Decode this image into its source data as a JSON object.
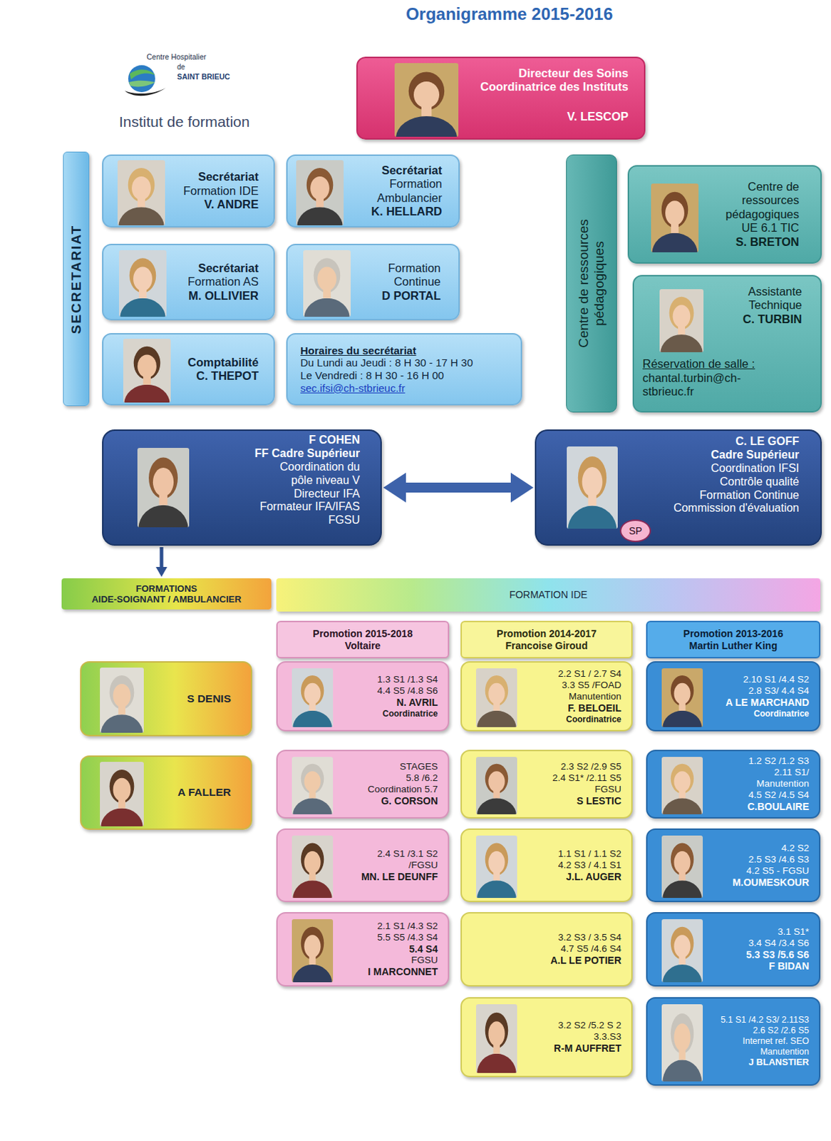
{
  "diagram": {
    "title": "Organigramme 2015-2016",
    "nodes": [
      {
        "text": [
          "Directeur des Soins Coordinatrice des Instituts",
          "V. LESCOP"
        ]
      },
      {
        "text": [
          "SECRETARIAT"
        ]
      },
      {
        "text": [
          "Secrétariat",
          "Formation IDE",
          "V. ANDRE"
        ]
      },
      {
        "text": [
          "Secrétariat",
          "Formation Ambulancier",
          "K. HELLARD"
        ]
      },
      {
        "text": [
          "Secrétariat",
          "Formation AS",
          "M. OLLIVIER"
        ]
      },
      {
        "text": [
          "Formation Continue",
          "D PORTAL"
        ]
      },
      {
        "text": [
          "Comptabilité",
          "C. THEPOT"
        ]
      },
      {
        "text": [
          "Horaires du secrétariat",
          "Du Lundi au Jeudi : 8 H 30 - 17 H 30",
          "Le Vendredi : 8 H 30 - 16 H 00",
          "sec.ifsi@ch-stbrieuc.fr"
        ]
      },
      {
        "text": [
          "Centre de ressources pédagogiques"
        ]
      },
      {
        "text": [
          "Centre de ressources pédagogiques",
          "UE 6.1 TIC",
          "S. BRETON"
        ]
      },
      {
        "text": [
          "Assistante Technique",
          "C. TURBIN",
          "Réservation de salle :",
          "chantal.turbin@ch-stbrieuc.fr"
        ]
      },
      {
        "text": [
          "F COHEN",
          "FF Cadre Supérieur",
          "Coordination du pôle niveau V",
          "Directeur IFA",
          "Formateur IFA/IFAS",
          "FGSU"
        ]
      },
      {
        "text": [
          "C. LE GOFF",
          "Cadre Supérieur",
          "Coordination IFSI",
          "Contrôle qualité",
          "Formation Continue",
          "Commission d'évaluation"
        ]
      },
      {
        "text": [
          "SP"
        ],
        "in": 12
      },
      {
        "text": [
          "FORMATIONS",
          "AIDE-SOIGNANT / AMBULANCIER"
        ]
      },
      {
        "text": [
          "FORMATION IDE"
        ]
      },
      {
        "text": [
          "Promotion 2015-2018",
          "Voltaire"
        ]
      },
      {
        "text": [
          "Promotion 2014-2017",
          "Francoise Giroud"
        ]
      },
      {
        "text": [
          "Promotion 2013-2016",
          "Martin Luther King"
        ]
      },
      {
        "text": [
          "S DENIS"
        ]
      },
      {
        "text": [
          "A FALLER"
        ]
      },
      {
        "text": [
          "1.3 S1 /1.3 S4",
          "4.4 S5 /4.8 S6",
          "N. AVRIL",
          "Coordinatrice"
        ]
      },
      {
        "text": [
          "STAGES",
          "5.8 /6.2",
          "Coordination 5.7",
          "G. CORSON"
        ]
      },
      {
        "text": [
          "2.4 S1 /3.1 S2",
          "/FGSU",
          "MN. LE DEUNFF"
        ]
      },
      {
        "text": [
          "2.1 S1 /4.3 S2",
          "5.5 S5 /4.3 S4",
          "5.4 S4",
          "FGSU",
          "I MARCONNET"
        ]
      },
      {
        "text": [
          "2.2 S1 / 2.7 S4",
          "3.3 S5 /FOAD",
          "Manutention",
          "F. BELOEIL",
          "Coordinatrice"
        ]
      },
      {
        "text": [
          "2.3 S2 /2.9 S5",
          "2.4 S1* /2.11 S5",
          "FGSU",
          "S LESTIC"
        ]
      },
      {
        "text": [
          "1.1 S1 / 1.1 S2",
          "4.2 S3 / 4.1 S1",
          "J.L. AUGER"
        ]
      },
      {
        "text": [
          "3.2 S3 / 3.5 S4",
          "4.7 S5 /4.6 S4",
          "A.L LE POTIER"
        ]
      },
      {
        "text": [
          "3.2 S2 /5.2 S 2",
          "3.3.S3",
          "R-M AUFFRET"
        ]
      },
      {
        "text": [
          "2.10 S1 /4.4 S2",
          "2.8 S3/ 4.4 S4",
          "A LE MARCHAND",
          "Coordinatrice"
        ]
      },
      {
        "text": [
          "1.2 S2 /1.2 S3",
          "2.11 S1/",
          "Manutention",
          "4.5 S2 /4.5 S4",
          "C.BOULAIRE"
        ]
      },
      {
        "text": [
          "4.2 S2",
          "2.5 S3 /4.6 S3",
          "4.2 S5 - FGSU",
          "M.OUMESKOUR"
        ]
      },
      {
        "text": [
          "3.1 S1*",
          "3.4 S4 /3.4 S6",
          "5.3 S3 /5.6 S6",
          "F BIDAN"
        ]
      },
      {
        "text": [
          "5.1 S1 /4.2 S3/ 2.11S3",
          "2.6 S2 /2.6 S5",
          "Internet ref. SEO",
          "Manutention",
          "J BLANSTIER"
        ]
      }
    ],
    "edges": [
      {
        "from": 11,
        "to": 12,
        "arrow": "both"
      },
      {
        "from": 11,
        "to": 14,
        "arrow": "to"
      }
    ],
    "labels": [
      "Centre Hospitalier",
      "de",
      "SAINT BRIEUC",
      "Institut de formation"
    ]
  }
}
